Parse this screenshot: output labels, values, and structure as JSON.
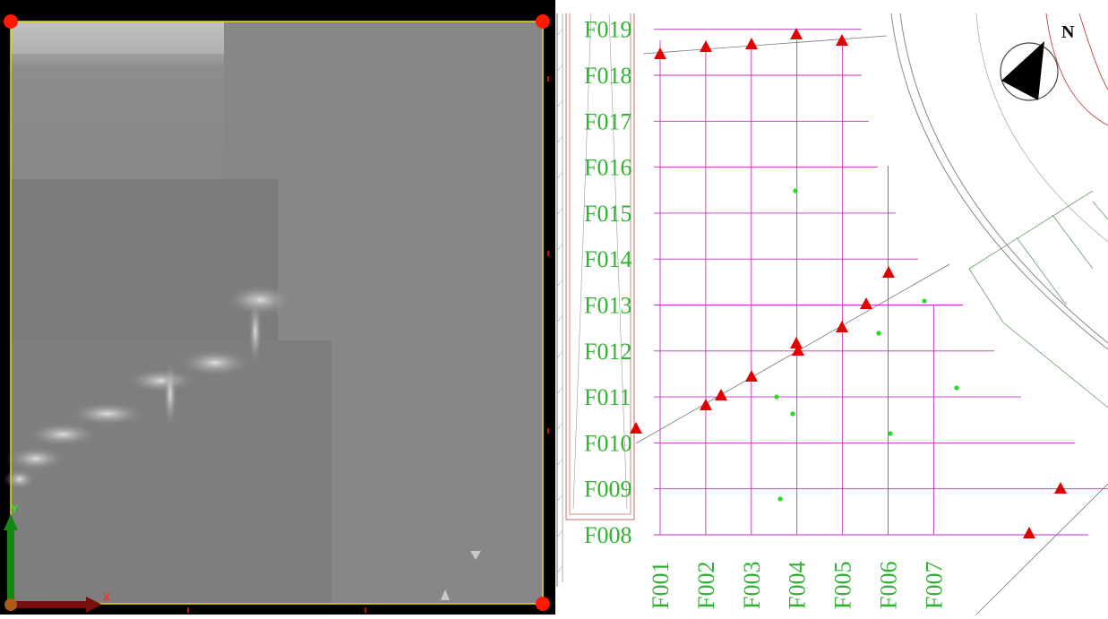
{
  "viewport": {
    "axis_x_label": "X",
    "axis_y_label": "Y"
  },
  "map": {
    "north_label": "N",
    "rows": [
      "F008",
      "F009",
      "F010",
      "F011",
      "F012",
      "F013",
      "F014",
      "F015",
      "F016",
      "F017",
      "F018",
      "F019"
    ],
    "cols": [
      "F001",
      "F002",
      "F003",
      "F004",
      "F005",
      "F006",
      "F007"
    ]
  },
  "colors": {
    "grid_line": "#c22fc2",
    "label_green": "#2fb32f",
    "marker_red": "#e00000",
    "point_green": "#22dd22",
    "viewport_border": "#e8e000",
    "corner_handle": "#ff1a00"
  },
  "icons": {
    "north_arrow": "compass-north-arrow-icon",
    "marker": "red-triangle-marker-icon",
    "handle": "red-circle-handle-icon"
  }
}
